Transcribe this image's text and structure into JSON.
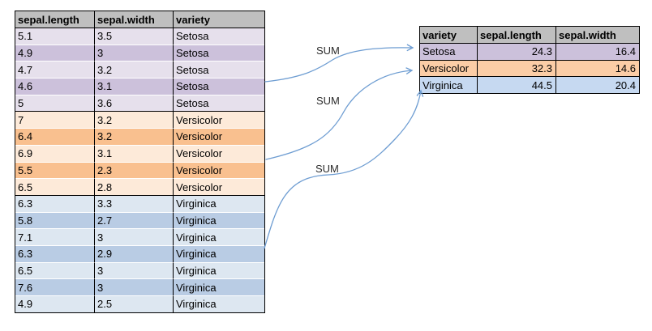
{
  "colors": {
    "header_bg": "#bfbfbf",
    "border": "#000000",
    "setosa_light": "#e6e0ec",
    "setosa_dark": "#ccc1db",
    "versicolor_light": "#fdead9",
    "versicolor_dark": "#f9c08f",
    "virginica_light": "#dde7f1",
    "virginica_dark": "#b9cce4",
    "summary_setosa": "#ccc1db",
    "summary_versicolor": "#fbcda6",
    "summary_virginica": "#c6d9f1",
    "arrow": "#6e9dd2"
  },
  "source_table": {
    "headers": [
      "sepal.length",
      "sepal.width",
      "variety"
    ],
    "rows": [
      {
        "cells": [
          "5.1",
          "3.5",
          "Setosa"
        ],
        "group": "setosa",
        "tone": "light",
        "group_start": true
      },
      {
        "cells": [
          "4.9",
          "3",
          "Setosa"
        ],
        "group": "setosa",
        "tone": "dark",
        "group_start": false
      },
      {
        "cells": [
          "4.7",
          "3.2",
          "Setosa"
        ],
        "group": "setosa",
        "tone": "light",
        "group_start": false
      },
      {
        "cells": [
          "4.6",
          "3.1",
          "Setosa"
        ],
        "group": "setosa",
        "tone": "dark",
        "group_start": false
      },
      {
        "cells": [
          "5",
          "3.6",
          "Setosa"
        ],
        "group": "setosa",
        "tone": "light",
        "group_start": false
      },
      {
        "cells": [
          "7",
          "3.2",
          "Versicolor"
        ],
        "group": "versicolor",
        "tone": "light",
        "group_start": true
      },
      {
        "cells": [
          "6.4",
          "3.2",
          "Versicolor"
        ],
        "group": "versicolor",
        "tone": "dark",
        "group_start": false
      },
      {
        "cells": [
          "6.9",
          "3.1",
          "Versicolor"
        ],
        "group": "versicolor",
        "tone": "light",
        "group_start": false
      },
      {
        "cells": [
          "5.5",
          "2.3",
          "Versicolor"
        ],
        "group": "versicolor",
        "tone": "dark",
        "group_start": false
      },
      {
        "cells": [
          "6.5",
          "2.8",
          "Versicolor"
        ],
        "group": "versicolor",
        "tone": "light",
        "group_start": false
      },
      {
        "cells": [
          "6.3",
          "3.3",
          "Virginica"
        ],
        "group": "virginica",
        "tone": "light",
        "group_start": true
      },
      {
        "cells": [
          "5.8",
          "2.7",
          "Virginica"
        ],
        "group": "virginica",
        "tone": "dark",
        "group_start": false
      },
      {
        "cells": [
          "7.1",
          "3",
          "Virginica"
        ],
        "group": "virginica",
        "tone": "light",
        "group_start": false
      },
      {
        "cells": [
          "6.3",
          "2.9",
          "Virginica"
        ],
        "group": "virginica",
        "tone": "dark",
        "group_start": false
      },
      {
        "cells": [
          "6.5",
          "3",
          "Virginica"
        ],
        "group": "virginica",
        "tone": "light",
        "group_start": false
      },
      {
        "cells": [
          "7.6",
          "3",
          "Virginica"
        ],
        "group": "virginica",
        "tone": "dark",
        "group_start": false
      },
      {
        "cells": [
          "4.9",
          "2.5",
          "Virginica"
        ],
        "group": "virginica",
        "tone": "light",
        "group_start": false
      }
    ]
  },
  "summary_table": {
    "headers": [
      "variety",
      "sepal.length",
      "sepal.width"
    ],
    "rows": [
      {
        "cells": [
          "Setosa",
          "24.3",
          "16.4"
        ],
        "group": "setosa"
      },
      {
        "cells": [
          "Versicolor",
          "32.3",
          "14.6"
        ],
        "group": "versicolor"
      },
      {
        "cells": [
          "Virginica",
          "44.5",
          "20.4"
        ],
        "group": "virginica"
      }
    ]
  },
  "annotations": {
    "sum_labels": [
      {
        "text": "SUM"
      },
      {
        "text": "SUM"
      },
      {
        "text": "SUM"
      }
    ]
  }
}
